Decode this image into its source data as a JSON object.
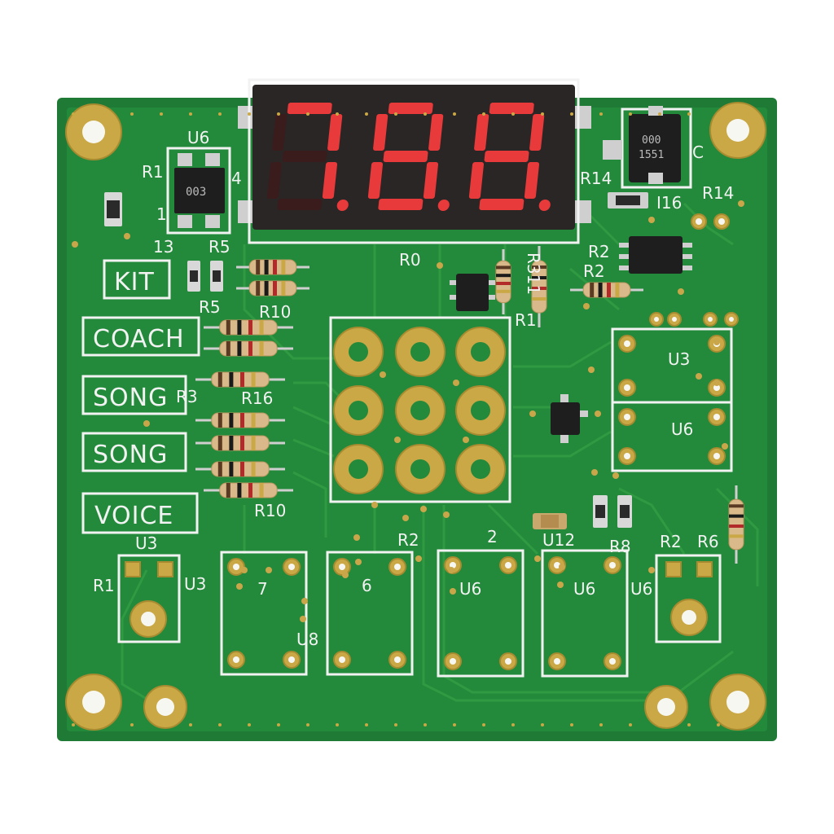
{
  "display": {
    "digits": [
      "7",
      "8",
      "8"
    ]
  },
  "button_labels": [
    "KIT",
    "COACH",
    "SONG",
    "SONG",
    "VOICE"
  ],
  "ic_markings": {
    "top_left_ic": "003",
    "top_right_ic": "000\n1551"
  },
  "silkscreen": {
    "u6_top": "U6",
    "r1_left": "R1",
    "four": "4",
    "one_left": "1",
    "thirteen": "13",
    "r5_top": "R5",
    "r5_bottom": "R5",
    "r10_top": "R10",
    "r3": "R3",
    "r16": "R16",
    "r10_bottom": "R10",
    "r0": "R0",
    "r311": "R311",
    "r1_mid": "R1",
    "r14_left": "R14",
    "c_label": "C",
    "i16": "I16",
    "r14_right": "R14",
    "r2_a": "R2",
    "r2_b": "R2",
    "u3_right": "U3",
    "u6_right": "U6",
    "u3_bottom": "U3",
    "r1_bottom": "R1",
    "u3_bottom2": "U3",
    "seven": "7",
    "u8": "U8",
    "six": "6",
    "r2_mid": "R2",
    "two": "2",
    "u6_a": "U6",
    "u12": "U12",
    "r8": "R8",
    "u6_b": "U6",
    "r2_right": "R2",
    "r6": "R6",
    "u6_c": "U6"
  },
  "colors": {
    "board": "#1f7a35",
    "silkscreen": "#f2f2f2",
    "pad_gold": "#c9a845",
    "segment_on": "#e83a3a"
  }
}
